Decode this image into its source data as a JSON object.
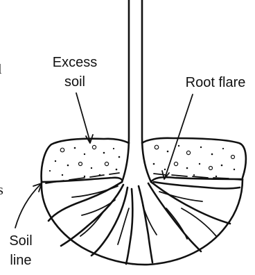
{
  "labels": {
    "excess_soil_line1": "Excess",
    "excess_soil_line2": "soil",
    "root_flare": "Root flare",
    "soil_line1": "Soil",
    "soil_line2": "line"
  },
  "edge_fragments": {
    "left_top": "l",
    "left_bottom": "s"
  },
  "colors": {
    "ink": "#111111",
    "background": "#ffffff"
  }
}
